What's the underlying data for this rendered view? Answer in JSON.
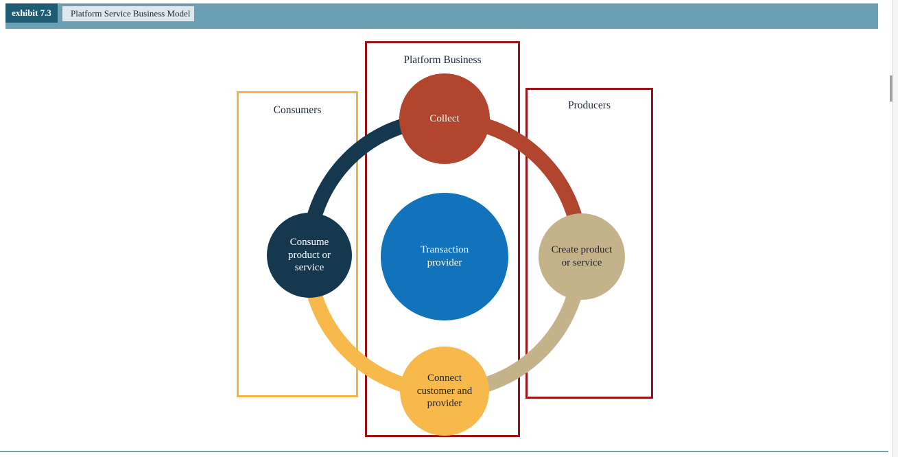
{
  "header": {
    "exhibit_label": "exhibit 7.3",
    "title": "Platform Service Business Model"
  },
  "diagram": {
    "platform_label": "Platform Business",
    "consumers_label": "Consumers",
    "producers_label": "Producers",
    "nodes": {
      "collect": {
        "label": "Collect"
      },
      "transaction": {
        "label": "Transaction provider"
      },
      "consume": {
        "label": "Consume product or service"
      },
      "create": {
        "label": "Create product or service"
      },
      "connect": {
        "label": "Connect customer and provider"
      }
    }
  },
  "colors": {
    "header_teal": "#1f5c74",
    "header_bar": "#6aa0b6",
    "bottom_line": "#70a0b2",
    "box_red": "#9a151a",
    "box_yellow": "#f2b340",
    "navy": "#16384e",
    "brick": "#b1452e",
    "blue": "#1173bb",
    "tan": "#c4b28a",
    "orange": "#f7b84c",
    "text_light": "#ffffff",
    "text_dark": "#1f2433"
  }
}
